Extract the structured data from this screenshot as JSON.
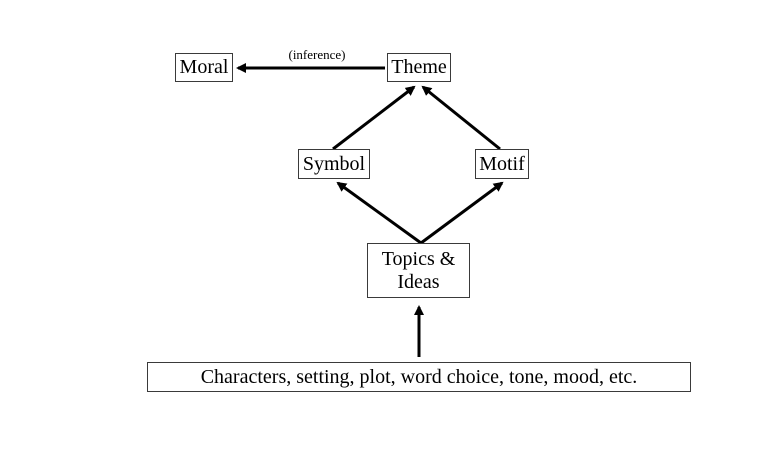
{
  "nodes": {
    "moral": "Moral",
    "theme": "Theme",
    "symbol": "Symbol",
    "motif": "Motif",
    "topics_line1": "Topics &",
    "topics_line2": "Ideas",
    "base": "Characters, setting, plot, word choice, tone, mood, etc."
  },
  "edges": {
    "theme_to_moral_label": "(inference)"
  },
  "colors": {
    "stroke": "#000000",
    "box_border": "#3a3a3a",
    "background": "#ffffff"
  }
}
